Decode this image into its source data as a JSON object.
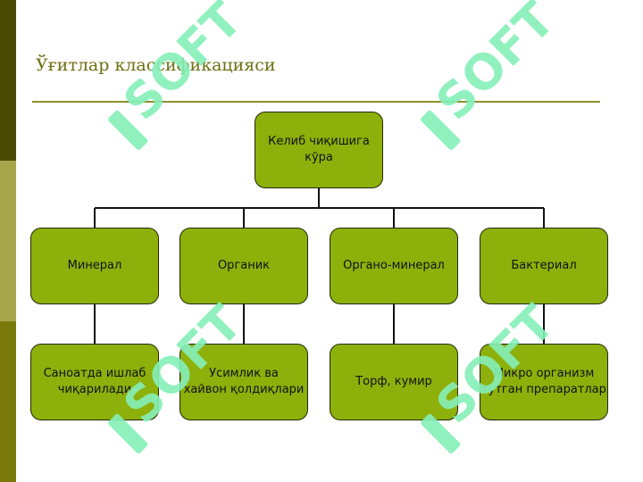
{
  "title": "Ўғитлар классификацияси",
  "watermark": {
    "text": "SOFT",
    "color": "#86f0b8"
  },
  "colors": {
    "node_fill": "#8db00b",
    "node_border": "#1f2a02",
    "connector": "#111111",
    "title": "#6e6e12"
  },
  "diagram": {
    "root": "Келиб чиқишига\nкўра",
    "categories": [
      {
        "label": "Минерал",
        "example": "Саноатда ишлаб\nчиқарилади"
      },
      {
        "label": "Органик",
        "example": "Усимлик ва\nхайвон қолдиқлари"
      },
      {
        "label": "Органо-минерал",
        "example": "Торф, кумир"
      },
      {
        "label": "Бактериал",
        "example": "Микро организм\nтутган препаратлар"
      }
    ]
  }
}
